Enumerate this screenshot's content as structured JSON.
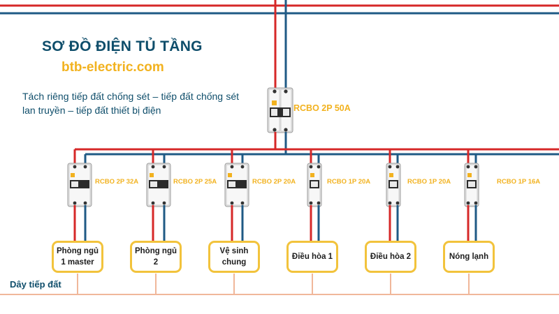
{
  "header": {
    "title": "SƠ ĐỒ ĐIỆN TỦ TẦNG",
    "website": "btb-electric.com",
    "description": "Tách riêng tiếp đất chống sét – tiếp đất chống sét lan truyền – tiếp đất thiết bị điện"
  },
  "main_breaker": {
    "label": "RCBO 2P 50A"
  },
  "branches": [
    {
      "breaker": "RCBO 2P 32A",
      "load": "Phòng ngủ 1 master"
    },
    {
      "breaker": "RCBO 2P 25A",
      "load": "Phòng ngủ 2"
    },
    {
      "breaker": "RCBO 2P 20A",
      "load": "Vệ sinh chung"
    },
    {
      "breaker": "RCBO 1P 20A",
      "load": "Điều hòa 1"
    },
    {
      "breaker": "RCBO 1P 20A",
      "load": "Điều hòa 2"
    },
    {
      "breaker": "RCBO 1P 16A",
      "load": "Nóng lạnh"
    }
  ],
  "ground": {
    "label": "Dây tiếp đất"
  },
  "colors": {
    "live": "#d62828",
    "neutral": "#1f5a85",
    "ground": "#f0b79a",
    "accent": "#f2b21f",
    "text": "#0f4e6b"
  }
}
